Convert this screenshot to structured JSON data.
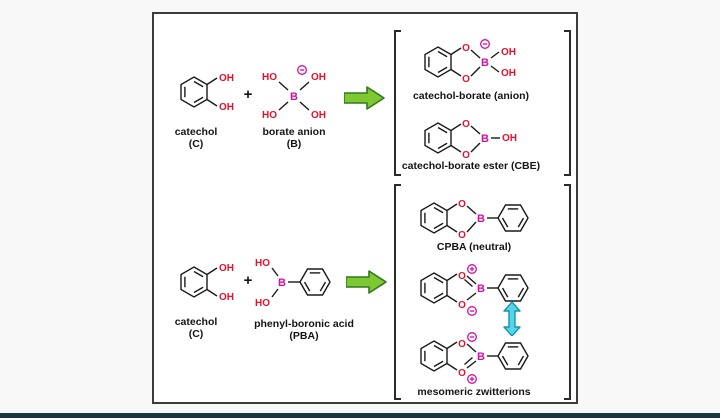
{
  "colors": {
    "oxygen": "#e8112d",
    "boron": "#cf0fa5",
    "charge": "#cf0fa5",
    "bond": "#1a1a1a",
    "arrow_fill": "#7fc832",
    "arrow_stroke": "#2e7a1c",
    "resonance_arrow_fill": "#53d7e8",
    "resonance_arrow_stroke": "#1793ad",
    "panel_border": "#3c3c3c",
    "bottom_bar": "#17383e"
  },
  "atoms": {
    "O": "O",
    "OH": "OH",
    "HO": "HO",
    "B": "B"
  },
  "operators": {
    "plus": "+"
  },
  "icons": {
    "minus_charge": "⊖",
    "plus_charge": "⊕",
    "reaction_arrow": "→",
    "resonance_arrow": "⇕"
  },
  "reaction1": {
    "reactant1": {
      "name": "catechol",
      "abbr": "(C)"
    },
    "reactant2": {
      "name": "borate anion",
      "abbr": "(B)"
    },
    "product1": {
      "label": "catechol-borate (anion)"
    },
    "product2": {
      "label": "catechol-borate ester (CBE)"
    }
  },
  "reaction2": {
    "reactant1": {
      "name": "catechol",
      "abbr": "(C)"
    },
    "reactant2": {
      "name": "phenyl-boronic acid",
      "abbr": "(PBA)"
    },
    "product1": {
      "label": "CPBA (neutral)"
    },
    "product2": {
      "label": "mesomeric zwitterions"
    }
  }
}
